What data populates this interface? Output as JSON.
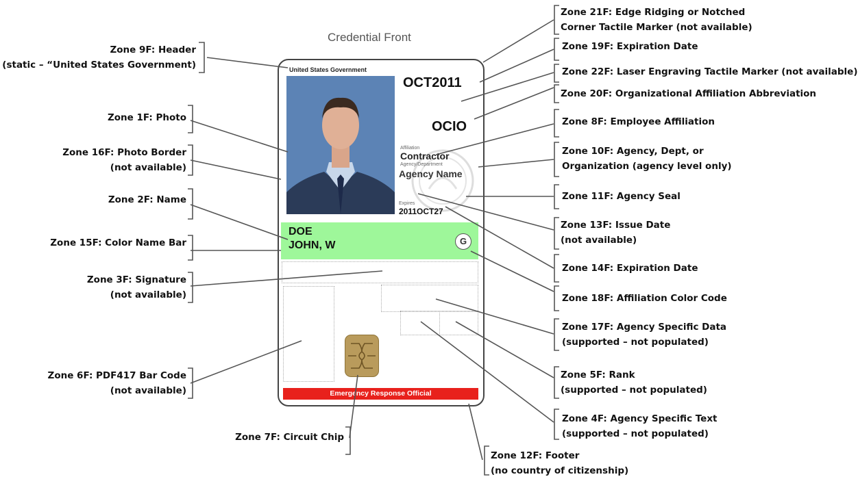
{
  "title": "Credential Front",
  "card": {
    "header": "United States Government",
    "expiration": "OCT2011",
    "org_abbreviation": "OCIO",
    "affiliation_caption": "Affiliation",
    "affiliation": "Contractor",
    "agency_caption": "Agency/Department",
    "agency": "Agency Name",
    "expires_caption": "Expires",
    "expires": "2011OCT27",
    "name_line1": "DOE",
    "name_line2": "JOHN, W",
    "color_code": "G",
    "footer": "Emergency Response Official"
  },
  "left_labels": [
    {
      "id": "zone-9f",
      "lines": [
        "Zone 9F: Header",
        "(static – “United States Government)"
      ]
    },
    {
      "id": "zone-1f",
      "lines": [
        "Zone 1F: Photo"
      ]
    },
    {
      "id": "zone-16f",
      "lines": [
        "Zone 16F: Photo Border",
        "(not available)"
      ]
    },
    {
      "id": "zone-2f",
      "lines": [
        "Zone 2F: Name"
      ]
    },
    {
      "id": "zone-15f",
      "lines": [
        "Zone 15F: Color Name Bar"
      ]
    },
    {
      "id": "zone-3f",
      "lines": [
        "Zone 3F: Signature",
        "(not available)"
      ]
    },
    {
      "id": "zone-6f",
      "lines": [
        "Zone 6F: PDF417 Bar Code",
        "(not available)"
      ]
    },
    {
      "id": "zone-7f",
      "lines": [
        "Zone 7F: Circuit Chip"
      ]
    }
  ],
  "right_labels": [
    {
      "id": "zone-21f",
      "lines": [
        "Zone 21F: Edge Ridging or Notched",
        "Corner Tactile Marker (not available)"
      ]
    },
    {
      "id": "zone-19f",
      "lines": [
        "Zone 19F: Expiration Date"
      ]
    },
    {
      "id": "zone-22f",
      "lines": [
        "Zone 22F: Laser Engraving Tactile Marker (not available)"
      ]
    },
    {
      "id": "zone-20f",
      "lines": [
        "Zone 20F: Organizational Affiliation Abbreviation"
      ]
    },
    {
      "id": "zone-8f",
      "lines": [
        "Zone 8F: Employee Affiliation"
      ]
    },
    {
      "id": "zone-10f",
      "lines": [
        "Zone 10F: Agency, Dept, or",
        "Organization (agency level only)"
      ]
    },
    {
      "id": "zone-11f",
      "lines": [
        "Zone 11F: Agency Seal"
      ]
    },
    {
      "id": "zone-13f",
      "lines": [
        "Zone 13F: Issue Date",
        "(not available)"
      ]
    },
    {
      "id": "zone-14f",
      "lines": [
        "Zone 14F: Expiration Date"
      ]
    },
    {
      "id": "zone-18f",
      "lines": [
        "Zone 18F: Affiliation Color Code"
      ]
    },
    {
      "id": "zone-17f",
      "lines": [
        "Zone 17F: Agency Specific Data",
        "(supported – not populated)"
      ]
    },
    {
      "id": "zone-5f",
      "lines": [
        "Zone 5F: Rank",
        "(supported – not populated)"
      ]
    },
    {
      "id": "zone-4f",
      "lines": [
        "Zone 4F: Agency Specific Text",
        "(supported – not populated)"
      ]
    },
    {
      "id": "zone-12f",
      "lines": [
        "Zone 12F: Footer",
        "(no country of citizenship)"
      ]
    }
  ]
}
